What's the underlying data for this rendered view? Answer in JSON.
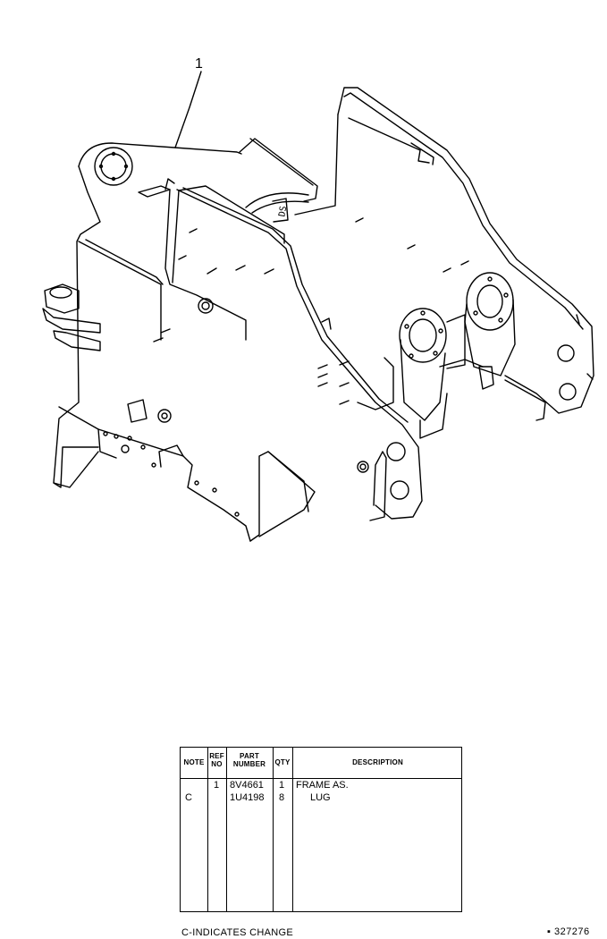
{
  "callout": {
    "ref": "1"
  },
  "stencil": "DS",
  "table": {
    "headers": {
      "note": "NOTE",
      "ref_no": [
        "REF",
        "NO"
      ],
      "part_number": [
        "PART",
        "NUMBER"
      ],
      "qty": "QTY",
      "description": "DESCRIPTION"
    },
    "rows": [
      {
        "note": "",
        "ref": "1",
        "part": "8V4661",
        "qty": "1",
        "desc": "FRAME AS."
      },
      {
        "note": "C",
        "ref": "",
        "part": "1U4198",
        "qty": "8",
        "desc": "LUG"
      }
    ]
  },
  "footer": {
    "change_note": "C-INDICATES CHANGE",
    "sheet_number": "▪ 327276"
  }
}
